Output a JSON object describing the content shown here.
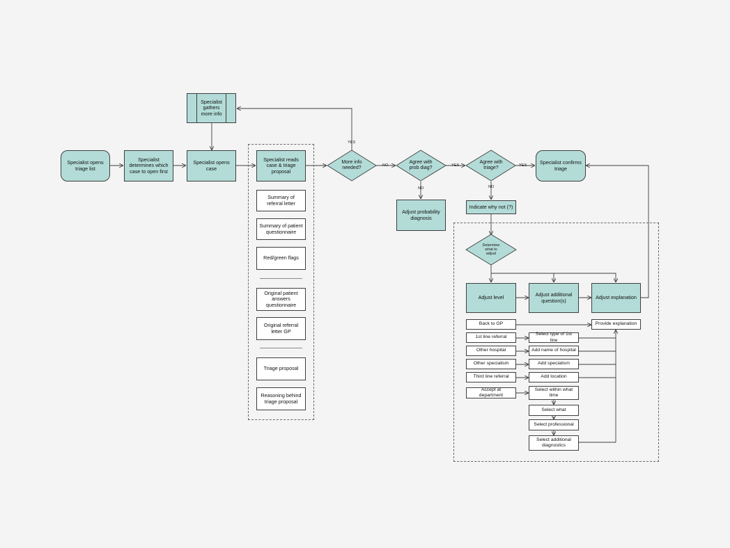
{
  "nodes": {
    "opens_triage": "Specialist opens triage list",
    "determines_case": "Specialist determines which case to open first",
    "opens_case": "Specialist opens case",
    "gathers_info": "Specialist gathers more info",
    "reads_case": "Specialist reads case & triage proposal",
    "summary_referral": "Summary of referral letter",
    "summary_questionnaire": "Summary of patient questionnaire",
    "flags": "Red/green flags",
    "original_answers": "Original patient answers questionnaire",
    "original_referral": "Original referral letter GP",
    "triage_proposal": "Triage proposal",
    "reasoning": "Reasoning behind triage proposal",
    "more_info": "More info needed?",
    "agree_diag": "Agree with prob diag?",
    "adjust_prob": "Adjust probability diagnosis",
    "agree_triage": "Agree with triage?",
    "confirms_triage": "Specialist confirms triage",
    "indicate_why": "Indicate why not (?)",
    "determine_adjust": "Determine what to adjust",
    "adjust_level": "Adjust level",
    "adjust_questions": "Adjust additional question(s)",
    "adjust_explanation": "Adjust explanation",
    "back_gp": "Back to GP",
    "first_line": "1st line referral",
    "other_hospital": "Other hospital",
    "other_specialism": "Other specialism",
    "third_line": "Third line referral",
    "accept_dept": "Accept at department",
    "provide_explanation": "Provide explanation",
    "select_type": "Select type of 1st line",
    "add_hospital": "Add name of hospital",
    "add_specialism": "Add specialism",
    "add_location": "Add location",
    "select_time": "Select within what time",
    "select_what": "Select what",
    "select_professional": "Select professional",
    "select_diagnostics": "Select additional diagnostics"
  },
  "labels": {
    "yes": "YES",
    "no": "NO"
  },
  "colors": {
    "teal_fill": "#b3dcd8",
    "stroke": "#3e3e3e",
    "background": "#f4f4f4"
  }
}
